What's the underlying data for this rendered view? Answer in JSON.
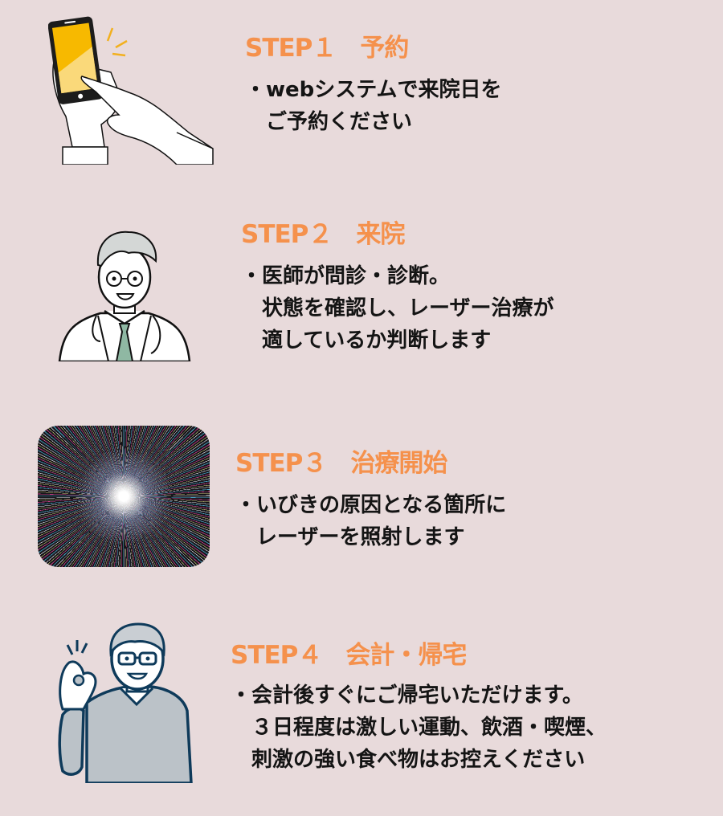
{
  "page": {
    "background": "#e8dadb",
    "accent_color": "#f5914c",
    "text_color": "#141414"
  },
  "steps": [
    {
      "title": "STEP１　予約",
      "illustration": "hand-holding-smartphone-illustration",
      "lines": [
        "・webシステムで来院日を",
        "　ご予約ください"
      ]
    },
    {
      "title": "STEP２　来院",
      "illustration": "doctor-illustration",
      "lines": [
        "・医師が問診・診断。",
        "　状態を確認し、レーザー治療が",
        "　適しているか判断します"
      ]
    },
    {
      "title": "STEP３　治療開始",
      "illustration": "laser-light-burst-image",
      "lines": [
        "・いびきの原因となる箇所に",
        "　レーザーを照射します"
      ]
    },
    {
      "title": "STEP４　会計・帰宅",
      "illustration": "man-ok-gesture-illustration",
      "lines": [
        "・会計後すぐにご帰宅いただけます。",
        "　３日程度は激しい運動、飲酒・喫煙、",
        "　刺激の強い食べ物はお控えください"
      ]
    }
  ]
}
